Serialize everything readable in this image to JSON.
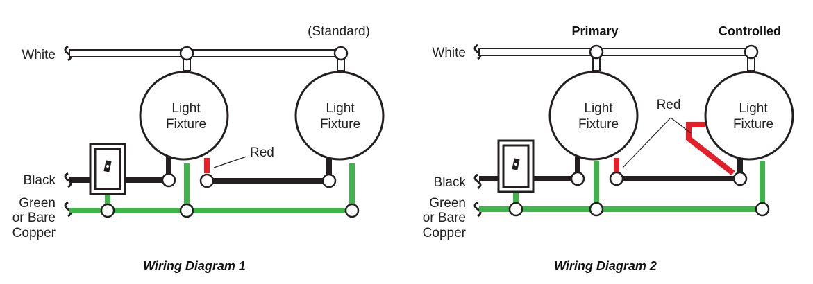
{
  "colors": {
    "black_wire": "#231f20",
    "white_wire_fill": "#ffffff",
    "green_wire": "#3fb44a",
    "red_wire": "#e3202a",
    "outline": "#231f20"
  },
  "icons": [
    "toggle-switch-icon",
    "wire-break-icon",
    "terminal-icon"
  ],
  "diagram1": {
    "caption": "Wiring Diagram 1",
    "wire_white": "White",
    "wire_black": "Black",
    "wire_ground_line1": "Green",
    "wire_ground_line2": "or Bare",
    "wire_ground_line3": "Copper",
    "fixture_left_line1": "Light",
    "fixture_left_line2": "Fixture",
    "fixture_right_line1": "Light",
    "fixture_right_line2": "Fixture",
    "red_label": "Red",
    "standard_label": "(Standard)"
  },
  "diagram2": {
    "caption": "Wiring Diagram 2",
    "wire_white": "White",
    "wire_black": "Black",
    "wire_ground_line1": "Green",
    "wire_ground_line2": "or Bare",
    "wire_ground_line3": "Copper",
    "fixture_left_line1": "Light",
    "fixture_left_line2": "Fixture",
    "fixture_right_line1": "Light",
    "fixture_right_line2": "Fixture",
    "red_label": "Red",
    "primary_label": "Primary",
    "controlled_label": "Controlled"
  }
}
